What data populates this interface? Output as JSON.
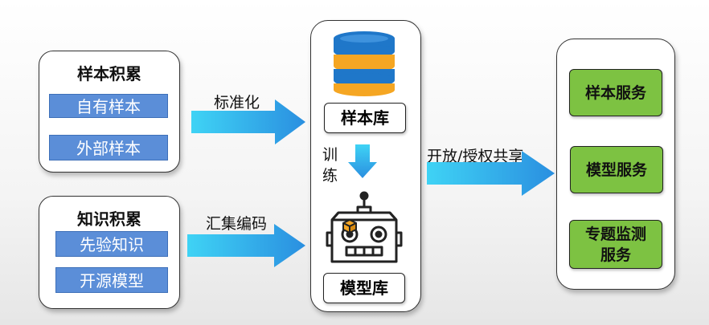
{
  "sample_accumulation": {
    "title": "样本积累",
    "items": [
      "自有样本",
      "外部样本"
    ]
  },
  "knowledge_accumulation": {
    "title": "知识积累",
    "items": [
      "先验知识",
      "开源模型"
    ]
  },
  "arrows": {
    "standardize": "标准化",
    "aggregate_encode": "汇集编码",
    "train_line1": "训",
    "train_line2": "练",
    "open_share": "开放/授权共享"
  },
  "libraries": {
    "sample_library": "样本库",
    "model_library": "模型库"
  },
  "services": {
    "sample_service": "样本服务",
    "model_service": "模型服务",
    "topic_monitor_line1": "专题监测",
    "topic_monitor_line2": "服务"
  },
  "colors": {
    "blue_item": "#5b8ed8",
    "arrow_cyan": "#2ec7f0",
    "arrow_blue": "#3b8fe0",
    "service_green": "#7dc242",
    "db_blue": "#1f77c9",
    "db_orange": "#f5a623"
  }
}
